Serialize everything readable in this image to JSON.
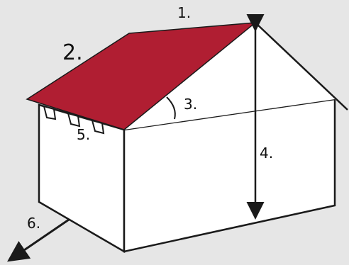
{
  "diagram": {
    "labels": {
      "ridge": "1.",
      "roof_side": "2.",
      "angle": "3.",
      "height": "4.",
      "eave": "5.",
      "direction": "6."
    },
    "colors": {
      "background": "#e6e6e6",
      "roof": "#b01e32",
      "lines": "#1a1a1a",
      "walls": "#ffffff"
    }
  }
}
